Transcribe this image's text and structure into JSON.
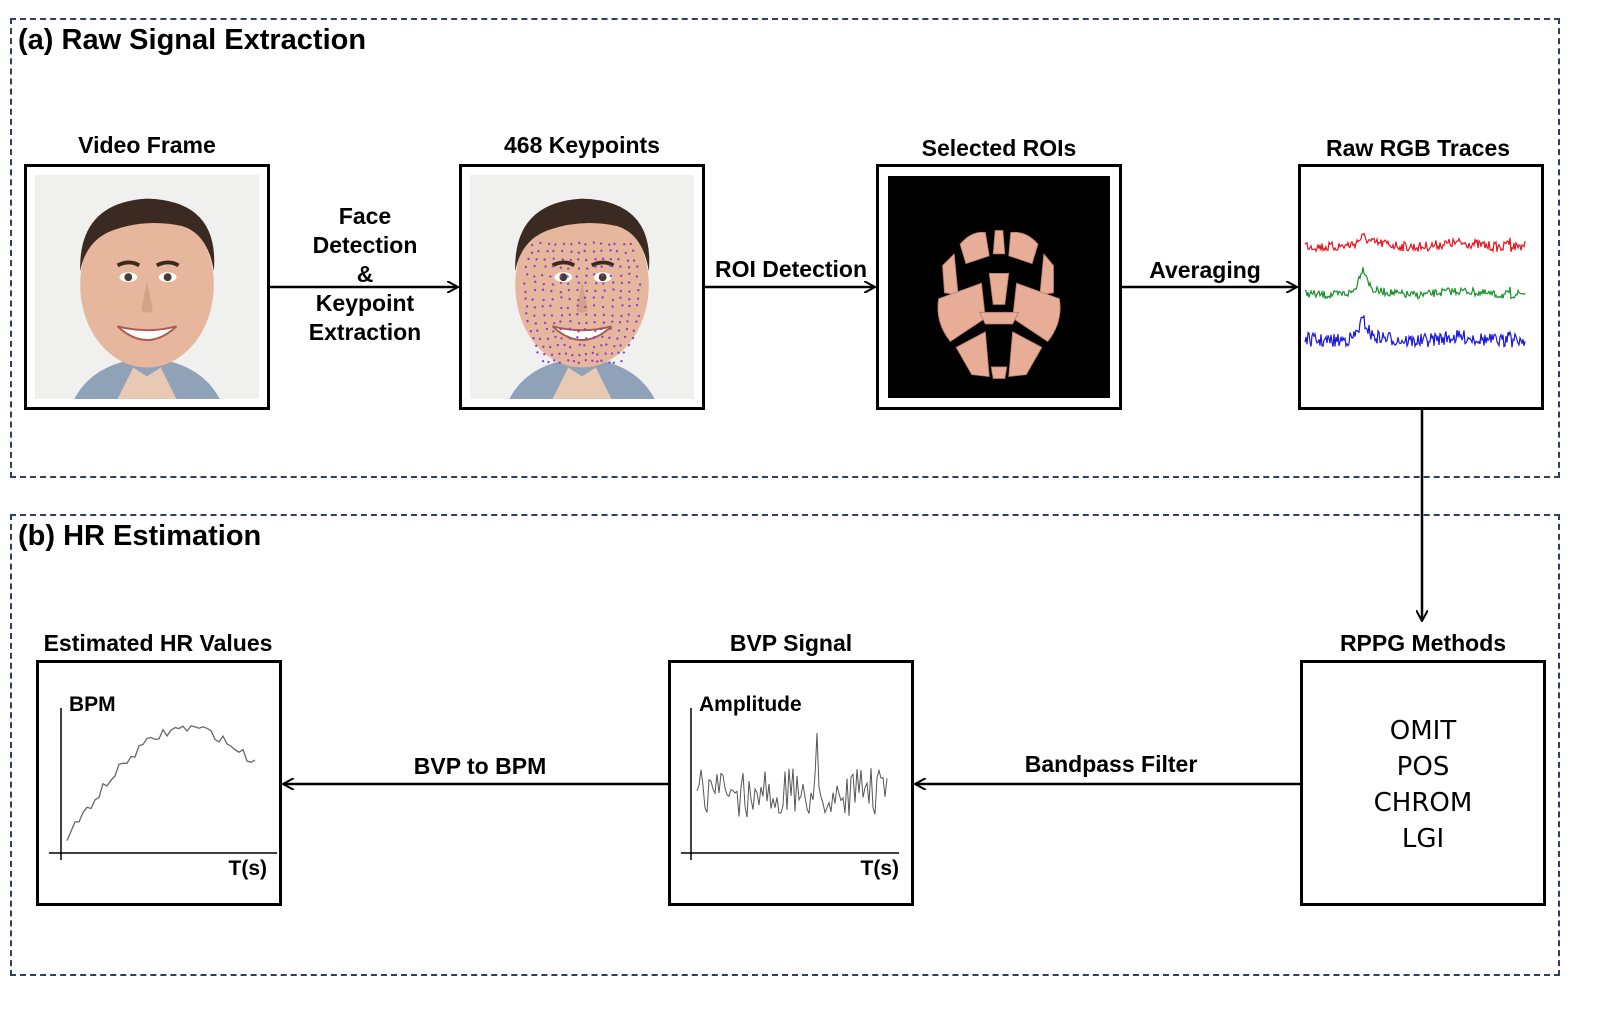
{
  "sections": {
    "a_title": "(a) Raw Signal Extraction",
    "b_title": "(b) HR Estimation"
  },
  "stages": {
    "video_frame": "Video Frame",
    "keypoints": "468 Keypoints",
    "selected_rois": "Selected ROIs",
    "raw_rgb": "Raw RGB Traces",
    "rppg_methods": "RPPG Methods",
    "bvp_signal": "BVP Signal",
    "estimated_hr": "Estimated HR Values"
  },
  "arrows": {
    "face_detection_lines": [
      "Face",
      "Detection",
      "&",
      "Keypoint",
      "Extraction"
    ],
    "roi_detection": "ROI Detection",
    "averaging": "Averaging",
    "bandpass": "Bandpass Filter",
    "bvp_to_bpm": "BVP to BPM"
  },
  "methods": [
    "OMIT",
    "POS",
    "CHROM",
    "LGI"
  ],
  "bvp_plot": {
    "ylabel": "Amplitude",
    "xlabel": "T(s)"
  },
  "hr_plot": {
    "ylabel": "BPM",
    "xlabel": "T(s)"
  },
  "colors": {
    "red_trace": "#e8141e",
    "green_trace": "#18922a",
    "blue_trace": "#1c17e0",
    "dash": "#2f3f5e",
    "keypoint": "#8a3fcf"
  }
}
